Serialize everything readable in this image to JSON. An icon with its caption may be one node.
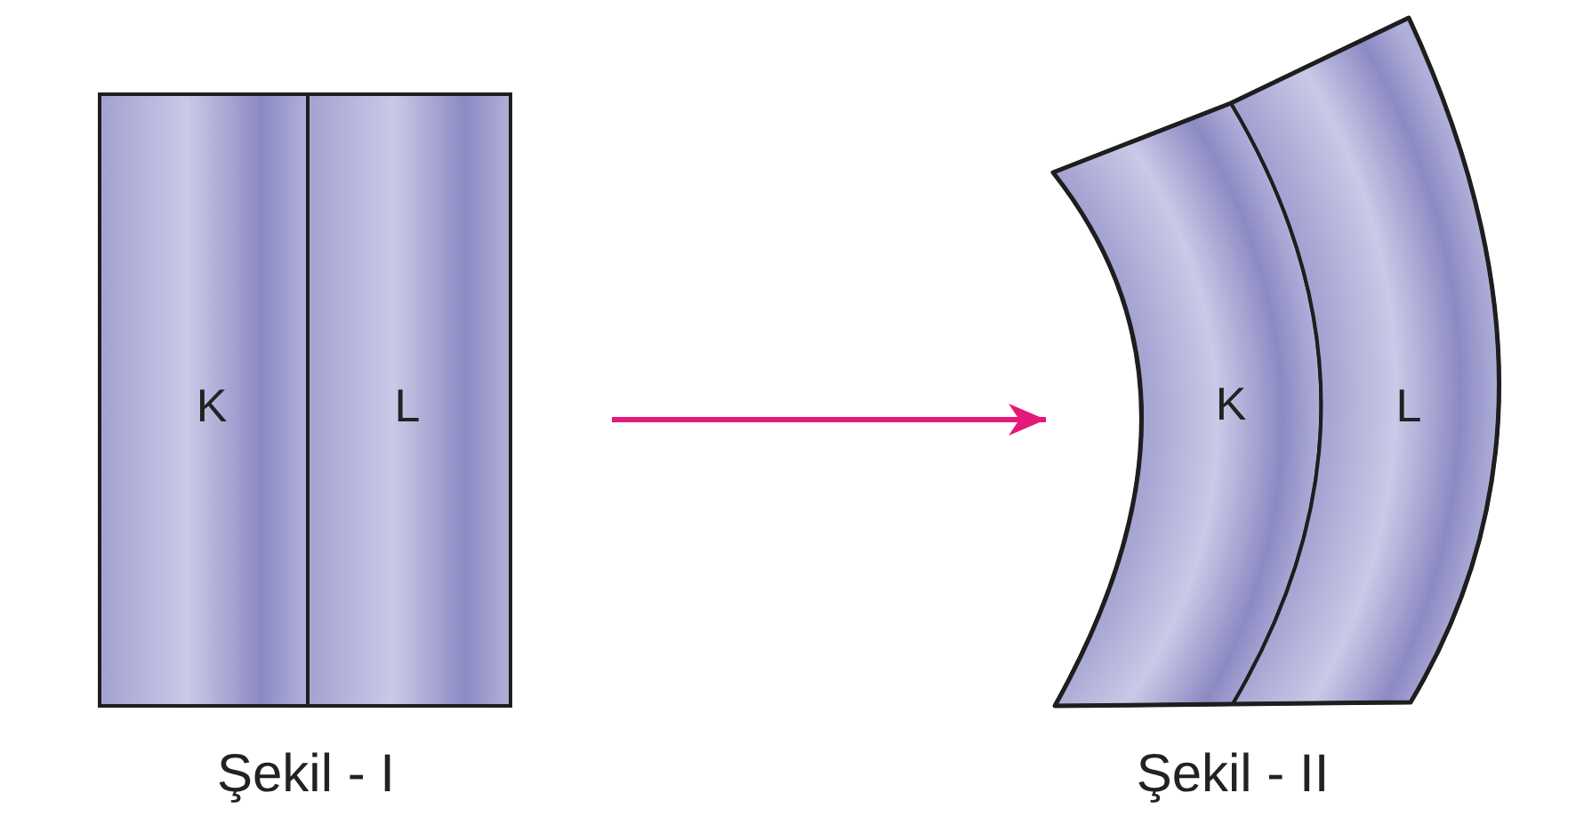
{
  "diagram": {
    "nodes": [
      {
        "text": [],
        "shape": "box",
        "beside": [
          "Şekil - I"
        ]
      },
      {
        "text": [
          "K"
        ],
        "in": 0
      },
      {
        "text": [
          "L"
        ],
        "in": 0
      },
      {
        "text": [],
        "shape": "arc",
        "beside": [
          "Şekil - II"
        ]
      },
      {
        "text": [
          "K"
        ],
        "in": 3
      },
      {
        "text": [
          "L"
        ],
        "in": 3
      }
    ],
    "edges": [
      {
        "from": 0,
        "to": 3,
        "arrow": "to",
        "color": "#e5197a"
      }
    ]
  }
}
